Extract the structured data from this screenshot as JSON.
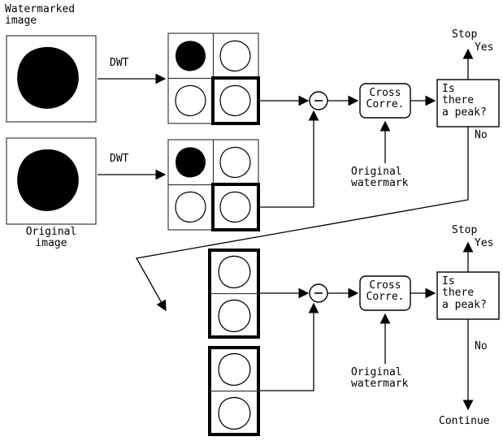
{
  "diagram": {
    "type": "flowchart-watermark-detection",
    "labels": {
      "watermarked_image": "Watermarked\nimage",
      "original_image": "Original\nimage",
      "dwt_top": "DWT",
      "dwt_bottom": "DWT"
    },
    "stage1": {
      "cross_corr": "Cross\nCorre.",
      "peak_question": "Is\nthere\na peak?",
      "stop": "Stop",
      "yes": "Yes",
      "no": "No",
      "original_watermark": "Original\nwatermark"
    },
    "stage2": {
      "cross_corr": "Cross\nCorre.",
      "peak_question": "Is\nthere\na peak?",
      "stop": "Stop",
      "yes": "Yes",
      "no": "No",
      "continue": "Continue",
      "original_watermark": "Original\nwatermark"
    },
    "colors": {
      "line": "#000000",
      "thin_border": "#3c3c3c",
      "thick_border": "#000000",
      "blob_fill": "#000000",
      "background": "#ffffff"
    }
  }
}
